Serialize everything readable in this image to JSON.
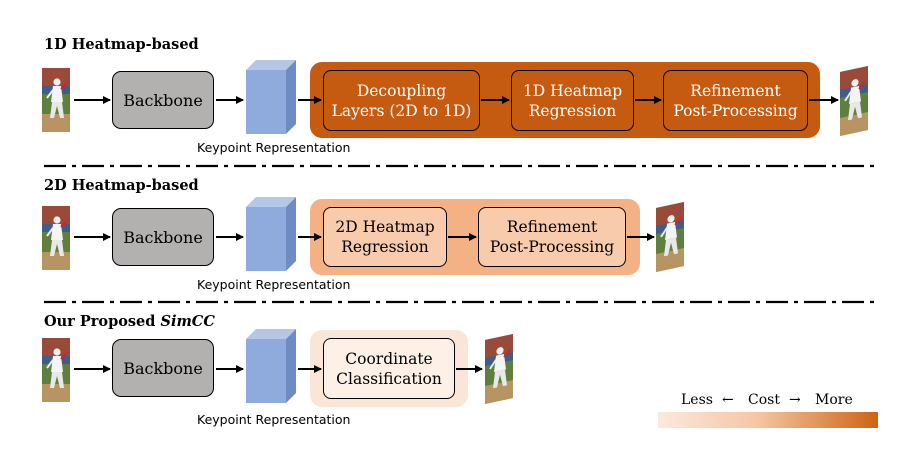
{
  "sections": [
    {
      "title": "1D Heatmap-based",
      "backbone": "Backbone",
      "keypoint_label": "Keypoint Representation",
      "stages": [
        {
          "line1": "Decoupling",
          "line2": "Layers (2D to 1D)"
        },
        {
          "line1": "1D Heatmap",
          "line2": "Regression"
        },
        {
          "line1": "Refinement",
          "line2": "Post-Processing"
        }
      ],
      "band_color": "#c55a11",
      "stage_color": "#c55a11",
      "stage_text_color": "#ffffff"
    },
    {
      "title": "2D Heatmap-based",
      "backbone": "Backbone",
      "keypoint_label": "Keypoint Representation",
      "stages": [
        {
          "line1": "2D Heatmap",
          "line2": "Regression"
        },
        {
          "line1": "Refinement",
          "line2": "Post-Processing"
        }
      ],
      "band_color": "#f4b183",
      "stage_color": "#f8cbad",
      "stage_text_color": "#000000"
    },
    {
      "title_prefix": "Our Proposed ",
      "title_emph": "SimCC",
      "backbone": "Backbone",
      "keypoint_label": "Keypoint Representation",
      "stages": [
        {
          "line1": "Coordinate",
          "line2": "Classification"
        }
      ],
      "band_color": "#fbe5d6",
      "stage_color": "#fdf0e6",
      "stage_text_color": "#000000"
    }
  ],
  "legend": {
    "less": "Less",
    "arrow_left": "←",
    "cost": "Cost",
    "arrow_right": "→",
    "more": "More"
  },
  "colors": {
    "backbone": "#b3b0b0",
    "cube_front": "#8faadc",
    "cube_top": "#b4c7e7",
    "cube_side": "#6e8cc4"
  },
  "icons": [
    "athlete-photo"
  ]
}
